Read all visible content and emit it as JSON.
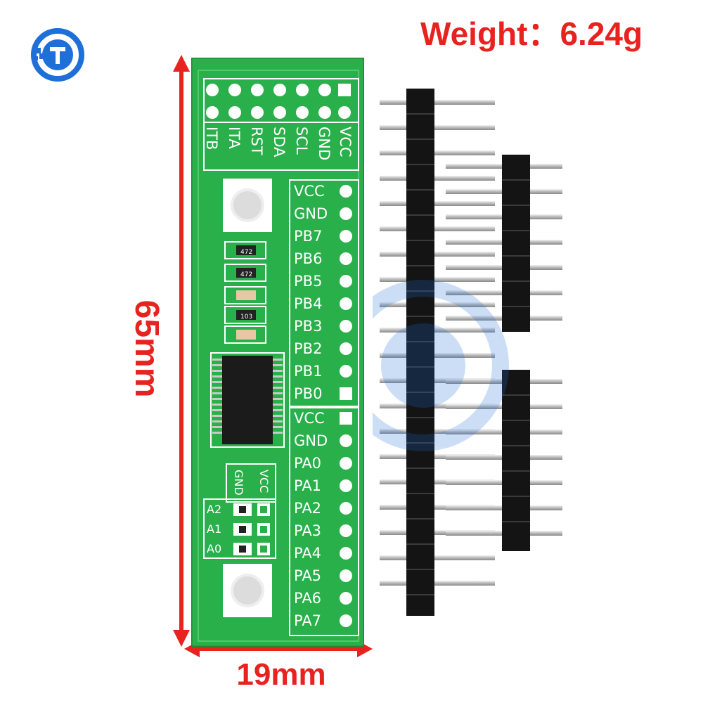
{
  "weight_label": "Weight：6.24g",
  "height_label": "65mm",
  "width_label": "19mm",
  "top_header_labels": [
    "ITB",
    "ITA",
    "RST",
    "SDA",
    "SCL",
    "GND",
    "VCC"
  ],
  "port_b_labels": [
    "VCC",
    "GND",
    "PB7",
    "PB6",
    "PB5",
    "PB4",
    "PB3",
    "PB2",
    "PB1",
    "PB0"
  ],
  "port_a_labels": [
    "VCC",
    "GND",
    "PA0",
    "PA1",
    "PA2",
    "PA3",
    "PA4",
    "PA5",
    "PA6",
    "PA7"
  ],
  "address_labels": [
    "A2",
    "A1",
    "A0"
  ],
  "address_header_labels": [
    "GND",
    "VCC"
  ],
  "resistor_labels": [
    "472",
    "472",
    "103"
  ],
  "colors": {
    "dimension_red": "#e8231f",
    "pcb_green": "#2bb34a",
    "pcb_border": "#1f8f38",
    "logo_blue": "#1e6fd8"
  }
}
